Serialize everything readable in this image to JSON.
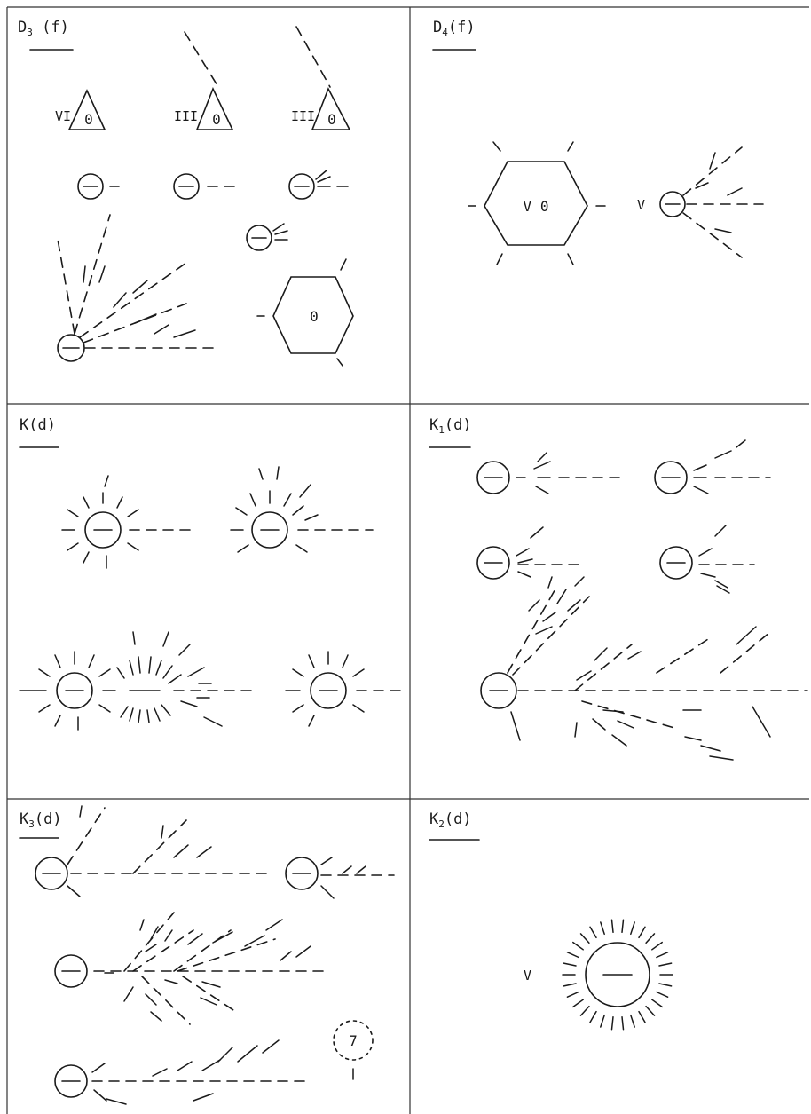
{
  "panels": [
    {
      "id": "d3f",
      "label": "D3 (f)",
      "symbols": [
        "VI",
        "0",
        "III",
        "0",
        "III",
        "0",
        "0"
      ]
    },
    {
      "id": "d4f",
      "label": "D4(f)",
      "symbols": [
        "V 0",
        "V"
      ]
    },
    {
      "id": "kd",
      "label": "K(d)"
    },
    {
      "id": "k1d",
      "label": "K1(d)"
    },
    {
      "id": "k3d",
      "label": "K3(d)",
      "symbols": [
        "7"
      ]
    },
    {
      "id": "k2d",
      "label": "K2(d)",
      "symbols": [
        "V"
      ]
    }
  ],
  "text": {
    "d3_label_main": "D",
    "d3_label_sub": "3",
    "d3_label_rest": " (f)",
    "d4_label_main": "D",
    "d4_label_sub": "4",
    "d4_label_rest": "(f)",
    "k_label": "K(d)",
    "k1_label_main": "K",
    "k1_label_sub": "1",
    "k1_label_rest": "(d)",
    "k3_label_main": "K",
    "k3_label_sub": "3",
    "k3_label_rest": "(d)",
    "k2_label_main": "K",
    "k2_label_sub": "2",
    "k2_label_rest": "(d)",
    "d3_vi": "VI",
    "d3_iii_a": "III",
    "d3_iii_b": "III",
    "d3_zero_a": "0",
    "d3_zero_b": "0",
    "d3_zero_c": "0",
    "d3_zero_hex": "0",
    "d4_hex": "V 0",
    "d4_v": "V",
    "k3_seven": "7",
    "k2_v": "V"
  }
}
